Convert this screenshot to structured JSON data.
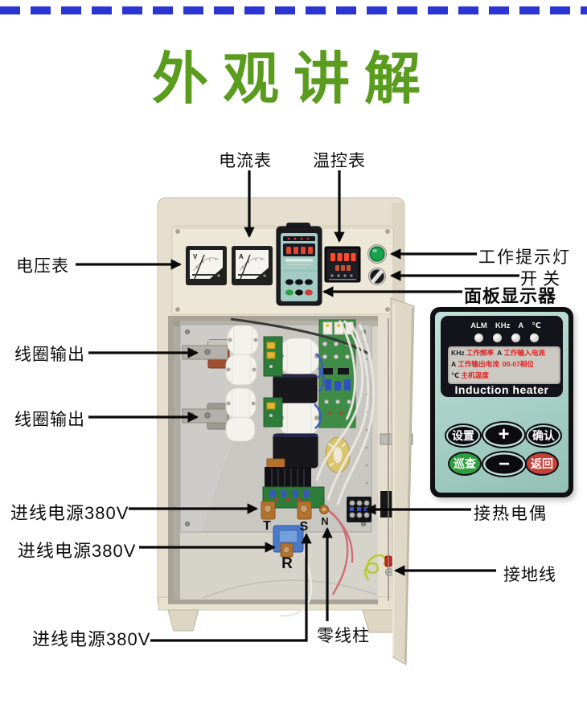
{
  "header": {
    "title": "外观讲解"
  },
  "callouts": {
    "ammeter": "电流表",
    "temp_meter": "温控表",
    "voltmeter": "电压表",
    "coil_output_1": "线圈输出",
    "coil_output_2": "线圈输出",
    "power_in_1": "进线电源380V",
    "power_in_2": "进线电源380V",
    "power_in_3": "进线电源380V",
    "work_light": "工作提示灯",
    "power_switch": "开关",
    "panel_display": "面板显示器",
    "thermocouple": "接热电偶",
    "ground_wire": "接地线",
    "neutral_post": "零线柱"
  },
  "machine": {
    "voltmeter_letter": "V",
    "ammeter_letter": "A",
    "terminal_t": "T",
    "terminal_s": "S",
    "terminal_n": "N",
    "terminal_r": "R"
  },
  "panel": {
    "led_labels": [
      "ALM",
      "KHz",
      "A",
      "℃"
    ],
    "lcd": {
      "l1_u1": "KHz",
      "l1_t1": "工作频率",
      "l1_u2": "A",
      "l1_t2": "工作输入电流",
      "l2_u1": "A",
      "l2_t1": "工作输出电流",
      "l2_t2": "00-07相位",
      "l3_u1": "℃",
      "l3_t1": "主机温度"
    },
    "brand": "Induction heater",
    "buttons": {
      "set": "设置",
      "plus": "+",
      "confirm": "确认",
      "patrol": "巡查",
      "minus": "−",
      "back": "返回"
    }
  },
  "colors": {
    "title_green": "#5a9c1d",
    "dash_blue": "#2b35d4",
    "panel_teal": "#a6cfc6",
    "lcd_red": "#e02020",
    "button_green": "#2f9e3f",
    "button_red": "#c6403a",
    "indicator_green": "#18a14b"
  }
}
